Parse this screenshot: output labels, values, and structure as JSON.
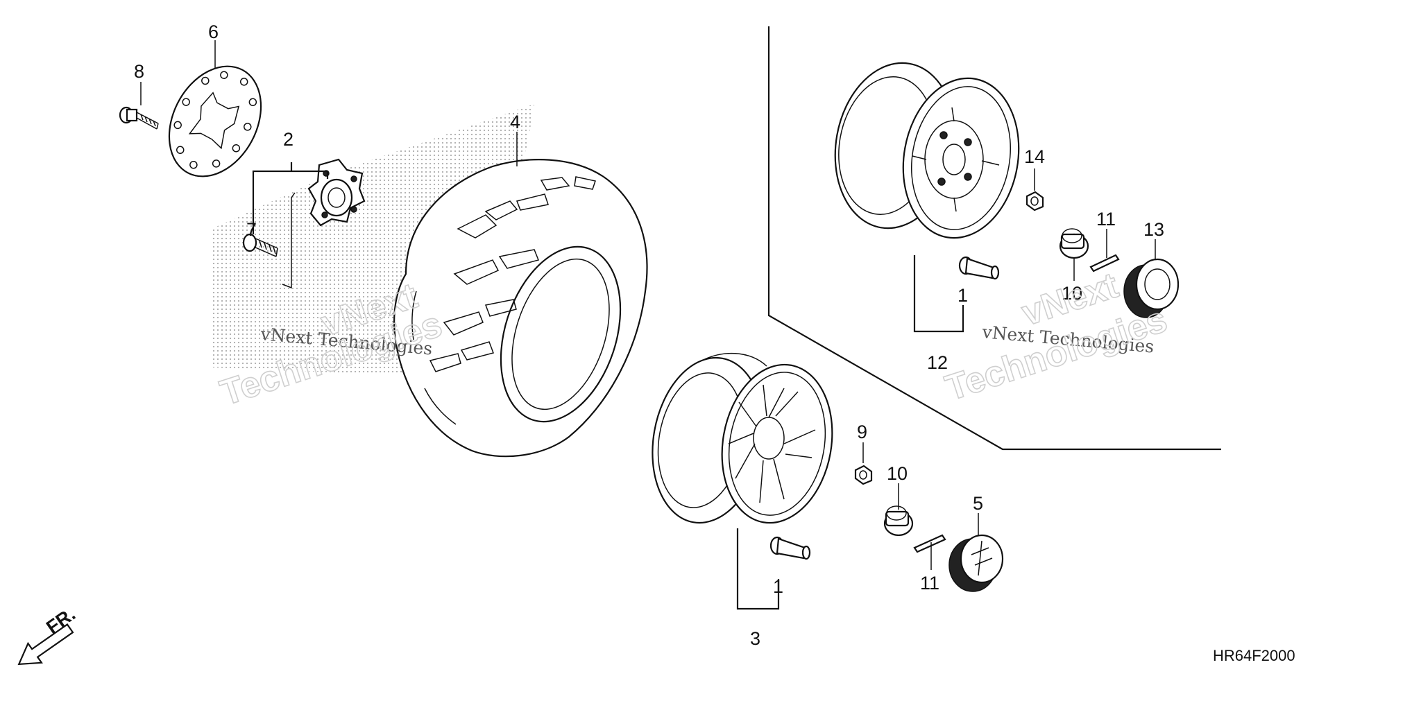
{
  "callouts": [
    {
      "id": "c1a",
      "text": "1"
    },
    {
      "id": "c1b",
      "text": "1"
    },
    {
      "id": "c2",
      "text": "2"
    },
    {
      "id": "c3",
      "text": "3"
    },
    {
      "id": "c4",
      "text": "4"
    },
    {
      "id": "c5",
      "text": "5"
    },
    {
      "id": "c6",
      "text": "6"
    },
    {
      "id": "c7",
      "text": "7"
    },
    {
      "id": "c8",
      "text": "8"
    },
    {
      "id": "c9",
      "text": "9"
    },
    {
      "id": "c10a",
      "text": "10"
    },
    {
      "id": "c10b",
      "text": "10"
    },
    {
      "id": "c11a",
      "text": "11"
    },
    {
      "id": "c11b",
      "text": "11"
    },
    {
      "id": "c12",
      "text": "12"
    },
    {
      "id": "c13",
      "text": "13"
    },
    {
      "id": "c14",
      "text": "14"
    }
  ],
  "front_marker": "FR.",
  "diagram_code": "HR64F2000",
  "watermark": {
    "small": "vNext Technologies",
    "big_line1": "vNext",
    "big_line2": "Technologies"
  }
}
